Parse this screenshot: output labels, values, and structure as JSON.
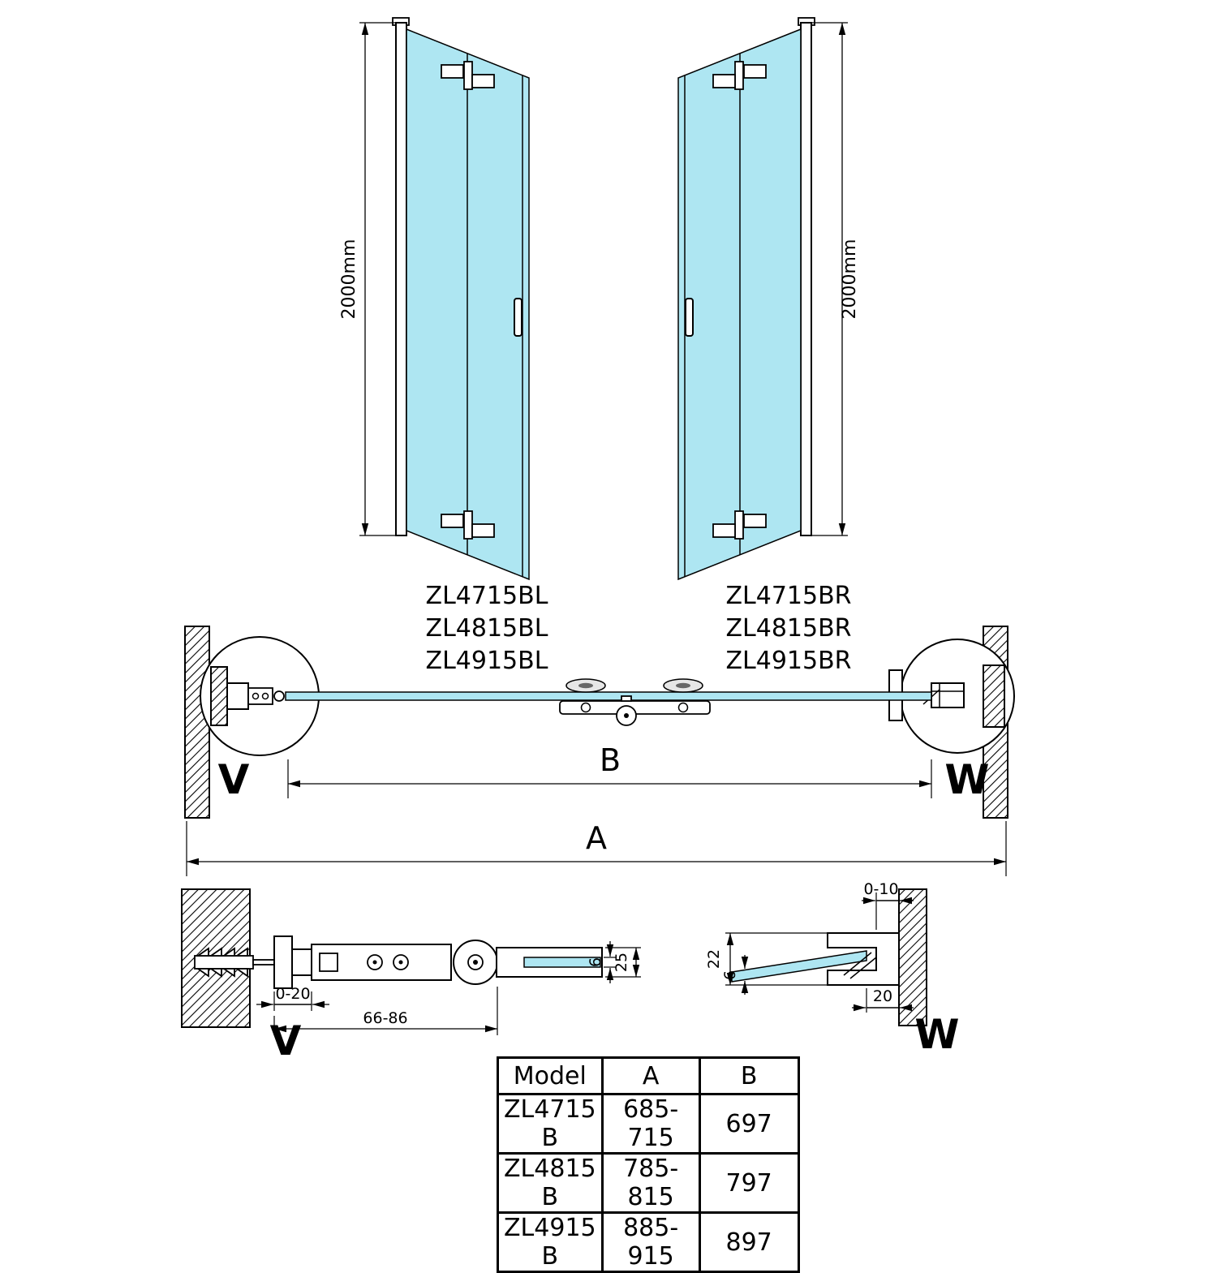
{
  "colors": {
    "glass": "#aee6f2",
    "line": "#000000",
    "background": "#ffffff"
  },
  "doors": {
    "height_label": "2000mm",
    "left": {
      "models": [
        "ZL4715BL",
        "ZL4815BL",
        "ZL4915BL"
      ]
    },
    "right": {
      "models": [
        "ZL4715BR",
        "ZL4815BR",
        "ZL4915BR"
      ]
    }
  },
  "plan": {
    "dim_a": "A",
    "dim_b": "B",
    "detail_left": "V",
    "detail_right": "W"
  },
  "details": {
    "v": {
      "label": "V",
      "dims": {
        "wall_gap": "0-20",
        "width": "66-86",
        "glass_thickness": "6",
        "profile_height": "25"
      }
    },
    "w": {
      "label": "W",
      "dims": {
        "wall_gap": "0-10",
        "profile_height": "22",
        "glass_thickness": "6",
        "profile_depth": "20"
      }
    }
  },
  "table": {
    "headers": [
      "Model",
      "A",
      "B"
    ],
    "rows": [
      [
        "ZL4715 B",
        "685-715",
        "697"
      ],
      [
        "ZL4815 B",
        "785-815",
        "797"
      ],
      [
        "ZL4915 B",
        "885-915",
        "897"
      ]
    ]
  }
}
